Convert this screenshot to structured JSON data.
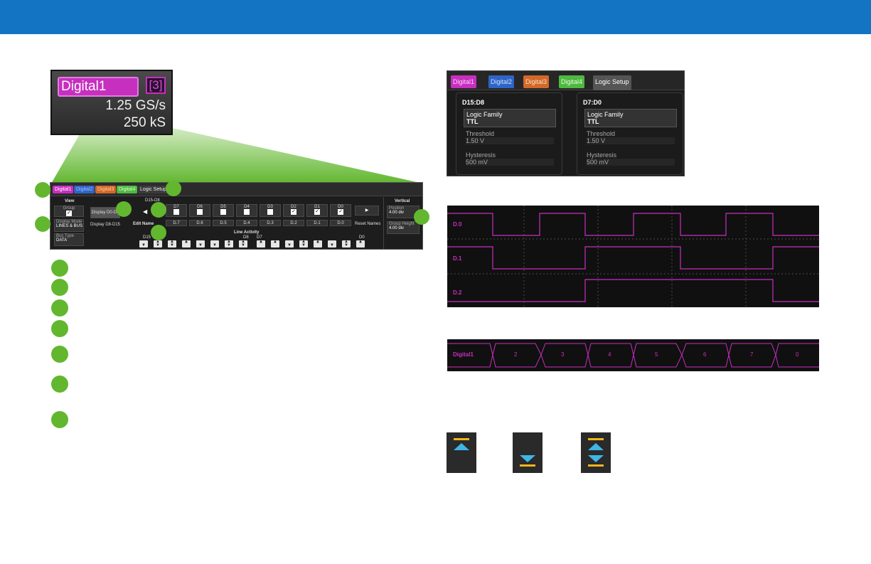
{
  "badge": {
    "title": "Digital1",
    "count": "[3]",
    "rate": "1.25 GS/s",
    "size": "250 kS"
  },
  "dialog": {
    "tabs": [
      {
        "label": "Digital1",
        "color": "#c72fbf"
      },
      {
        "label": "Digital2",
        "color": "#2f64c7"
      },
      {
        "label": "Digital3",
        "color": "#d2682a"
      },
      {
        "label": "Digital4",
        "color": "#4fb840"
      },
      {
        "label": "Logic Setup",
        "color": "#3a3a3a"
      }
    ],
    "view": {
      "heading": "View",
      "group_label": "Group",
      "display_mode_label": "Display Mode",
      "display_mode_value": "LINES & BUS",
      "bus_type_label": "Bus Type",
      "bus_type_value": "DATA"
    },
    "display_buttons": [
      "Display D0-D7",
      "Display D8-D15"
    ],
    "range_label": "D15-D8",
    "edit_name_label": "Edit Name",
    "lines": [
      {
        "head": "D7",
        "name": "D.7",
        "checked": false
      },
      {
        "head": "D6",
        "name": "D.6",
        "checked": false
      },
      {
        "head": "D5",
        "name": "D.5",
        "checked": false
      },
      {
        "head": "D4",
        "name": "D.4",
        "checked": false
      },
      {
        "head": "D3",
        "name": "D.3",
        "checked": false
      },
      {
        "head": "D2",
        "name": "D.2",
        "checked": true
      },
      {
        "head": "D1",
        "name": "D.1",
        "checked": true
      },
      {
        "head": "D0",
        "name": "D.0",
        "checked": true
      }
    ],
    "reset_names": "Reset Names",
    "line_activity": {
      "title": "Line Activity",
      "labels": [
        "D15",
        "D8",
        "D7",
        "D0"
      ]
    },
    "vertical": {
      "heading": "Vertical",
      "position_label": "Position",
      "position_value": "4.00 div",
      "group_height_label": "Group Height",
      "group_height_value": "4.00 div"
    }
  },
  "logic_setup": {
    "tabs": [
      {
        "label": "Digital1",
        "color": "#c72fbf"
      },
      {
        "label": "Digital2",
        "color": "#2f64c7"
      },
      {
        "label": "Digital3",
        "color": "#d2682a"
      },
      {
        "label": "Digital4",
        "color": "#4fb840"
      },
      {
        "label": "Logic Setup",
        "color": "#555555"
      }
    ],
    "groups": [
      {
        "title": "D15:D8",
        "family_label": "Logic Family",
        "family_value": "TTL",
        "threshold_label": "Threshold",
        "threshold_value": "1.50 V",
        "hysteresis_label": "Hysteresis",
        "hysteresis_value": "500 mV"
      },
      {
        "title": "D7:D0",
        "family_label": "Logic Family",
        "family_value": "TTL",
        "threshold_label": "Threshold",
        "threshold_value": "1.50 V",
        "hysteresis_label": "Hysteresis",
        "hysteresis_value": "500 mV"
      }
    ]
  },
  "waveforms": {
    "labels": [
      "D.0",
      "D.1",
      "D.2"
    ],
    "color": "#c72fbf"
  },
  "bus": {
    "label": "Digital1",
    "values": [
      "2",
      "3",
      "4",
      "5",
      "6",
      "7",
      "0"
    ]
  },
  "colors": {
    "accent_green": "#62b72f",
    "header_blue": "#1474c4",
    "arrow_cyan": "#3fb5e6",
    "bar_yellow": "#f2b51c"
  }
}
